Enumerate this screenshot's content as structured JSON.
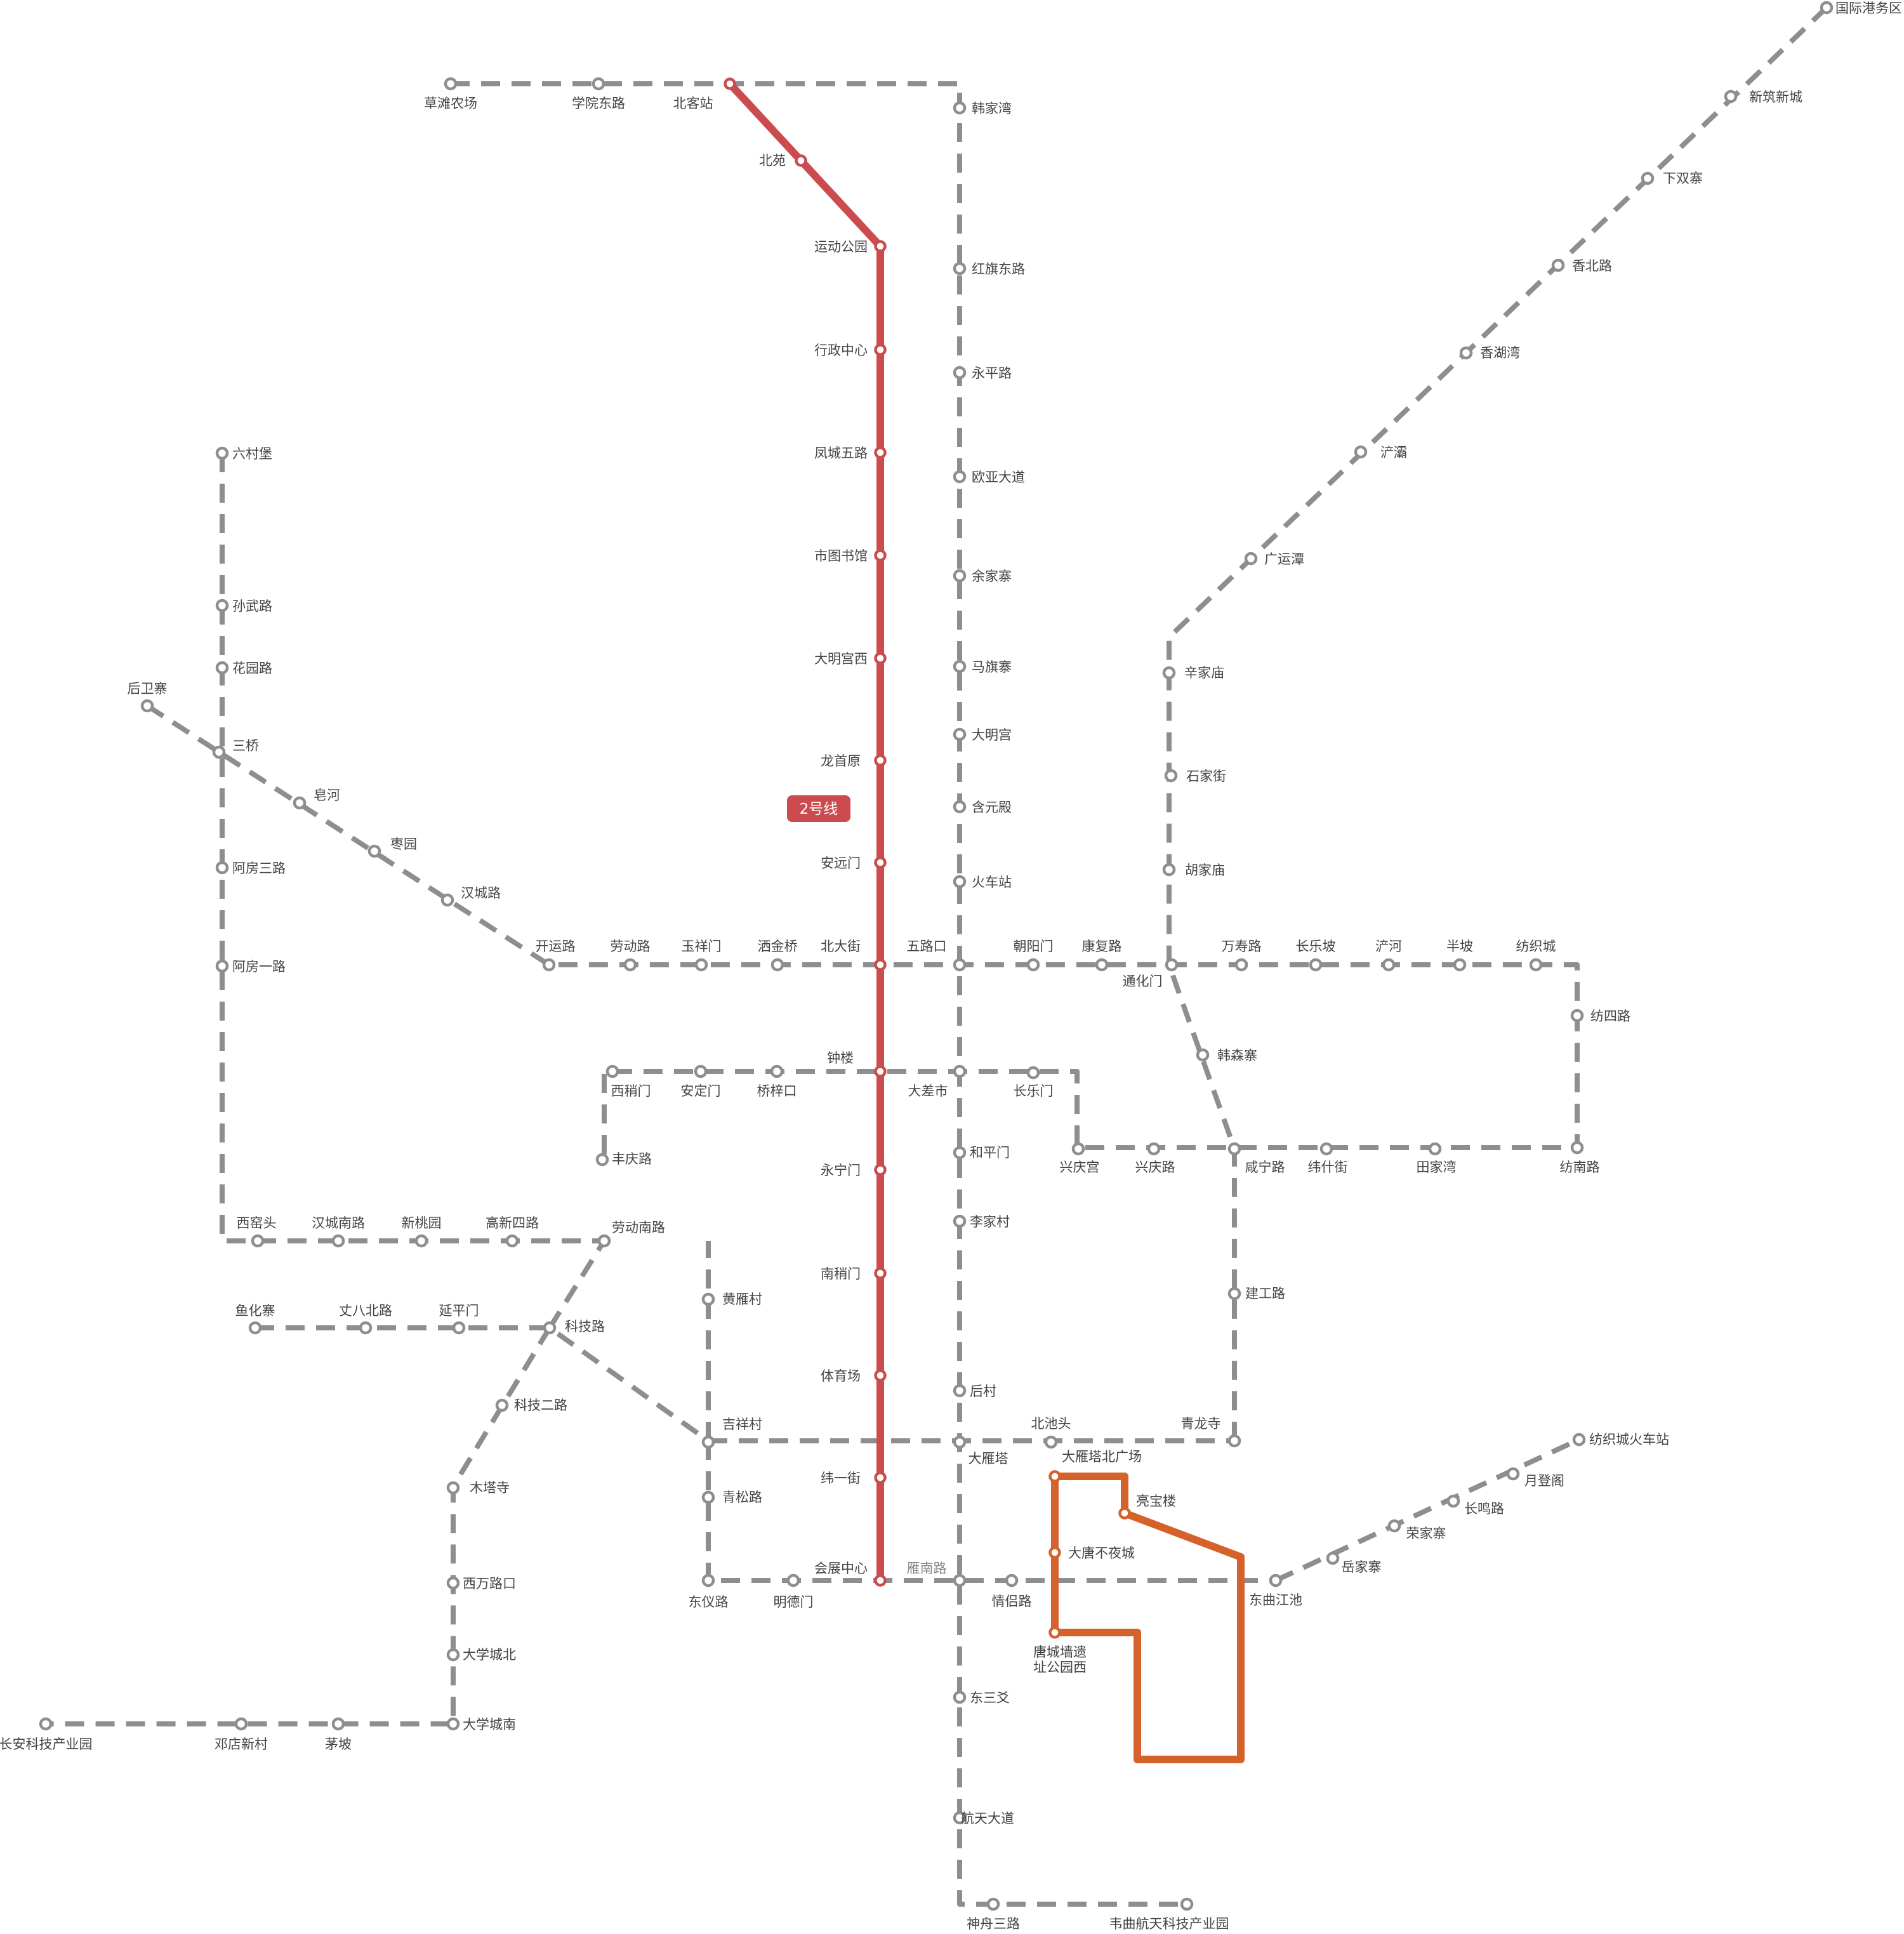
{
  "colors": {
    "line2": "#cc4b4e",
    "orange_line": "#d6622b",
    "planned": "#8e8e8e",
    "label": "#444444",
    "label_dim": "#888888",
    "background": "#ffffff"
  },
  "badge": {
    "label": "2号线"
  },
  "stations": [
    "国际港务区",
    "新筑新城",
    "下双寨",
    "香北路",
    "香湖湾",
    "浐灞",
    "广运潭",
    "辛家庙",
    "石家街",
    "胡家庙",
    "草滩农场",
    "学院东路",
    "北客站",
    "北苑",
    "运动公园",
    "行政中心",
    "凤城五路",
    "市图书馆",
    "大明宫西",
    "龙首原",
    "安远门",
    "北大街",
    "钟楼",
    "永宁门",
    "南稍门",
    "体育场",
    "纬一街",
    "会展中心",
    "韩家湾",
    "红旗东路",
    "永平路",
    "欧亚大道",
    "余家寨",
    "马旗寨",
    "大明宫",
    "含元殿",
    "火车站",
    "五路口",
    "大差市",
    "和平门",
    "李家村",
    "后村",
    "大雁塔",
    "雁南路",
    "东三爻",
    "航天大道",
    "神舟三路",
    "韦曲航天科技产业园",
    "六村堡",
    "孙武路",
    "花园路",
    "三桥",
    "阿房三路",
    "阿房一路",
    "西窑头",
    "汉城南路",
    "新桃园",
    "高新四路",
    "劳动南路",
    "后卫寨",
    "皂河",
    "枣园",
    "汉城路",
    "开运路",
    "劳动路",
    "玉祥门",
    "洒金桥",
    "朝阳门",
    "康复路",
    "通化门",
    "万寿路",
    "长乐坡",
    "浐河",
    "半坡",
    "纺织城",
    "纺四路",
    "纺南路",
    "韩森寨",
    "咸宁路",
    "纬什街",
    "田家湾",
    "兴庆宫",
    "兴庆路",
    "建工路",
    "青龙寺",
    "北池头",
    "西稍门",
    "安定门",
    "桥梓口",
    "长乐门",
    "丰庆路",
    "黄雁村",
    "吉祥村",
    "青松路",
    "东仪路",
    "明德门",
    "情侣路",
    "鱼化寨",
    "丈八北路",
    "延平门",
    "科技路",
    "科技二路",
    "木塔寺",
    "西万路口",
    "大学城北",
    "大学城南",
    "茅坡",
    "邓店新村",
    "长安科技产业园",
    "大雁塔北广场",
    "亮宝楼",
    "大唐不夜城",
    "唐城墙遗址公园西",
    "东曲江池",
    "岳家寨",
    "荣家寨",
    "长鸣路",
    "月登阁",
    "纺织城火车站"
  ]
}
